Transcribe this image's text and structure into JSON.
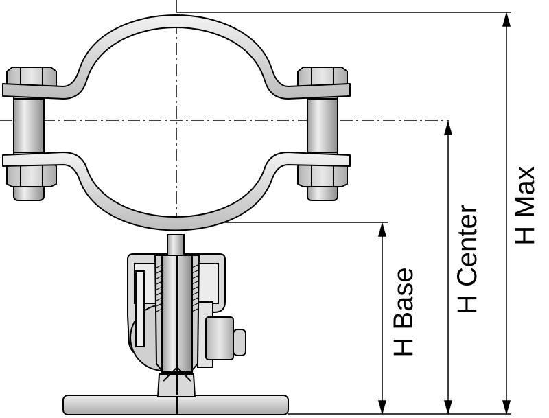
{
  "diagram": {
    "labels": {
      "h_base": "H  Base",
      "h_center": "H  Center",
      "h_max": "H  Max"
    },
    "colors": {
      "outline": "#000000",
      "metal_light": "#e6e6e6",
      "metal_mid": "#c8c8c8",
      "metal_dark": "#a0a0a0",
      "background": "#ffffff"
    }
  }
}
